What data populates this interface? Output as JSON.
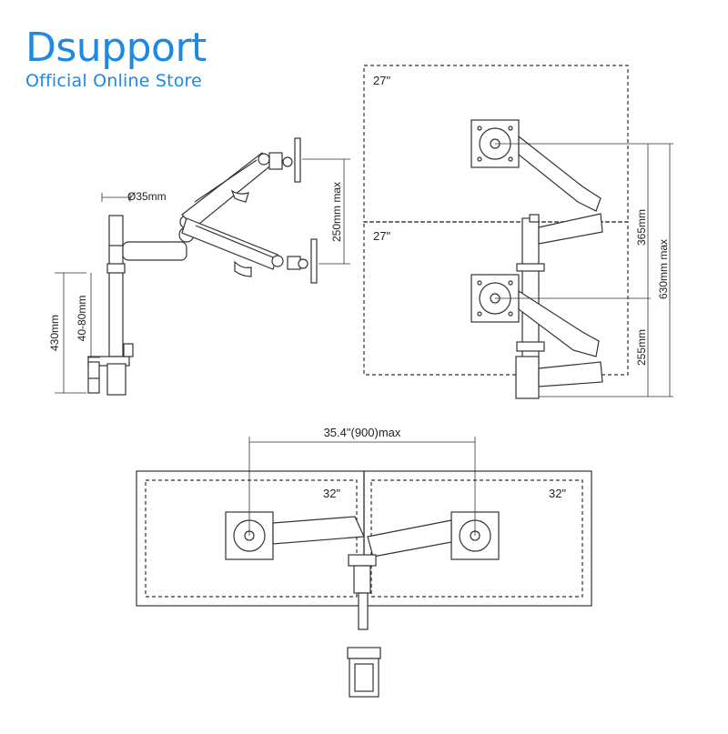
{
  "brand": {
    "title": "Dsupport",
    "subtitle": "Official Online Store",
    "color": "#1e88e5"
  },
  "side_view": {
    "pole_diameter": "Ø35mm",
    "height_total": "430mm",
    "clamp_range": "40-80mm",
    "monitor_gap": "250mm max"
  },
  "front_view": {
    "top_screen": "27\"",
    "bottom_screen": "27\"",
    "upper_height": "365mm",
    "lower_height": "255mm",
    "total_height": "630mm max"
  },
  "top_view": {
    "span": "35.4\"(900)max",
    "left_screen": "32\"",
    "right_screen": "32\""
  }
}
